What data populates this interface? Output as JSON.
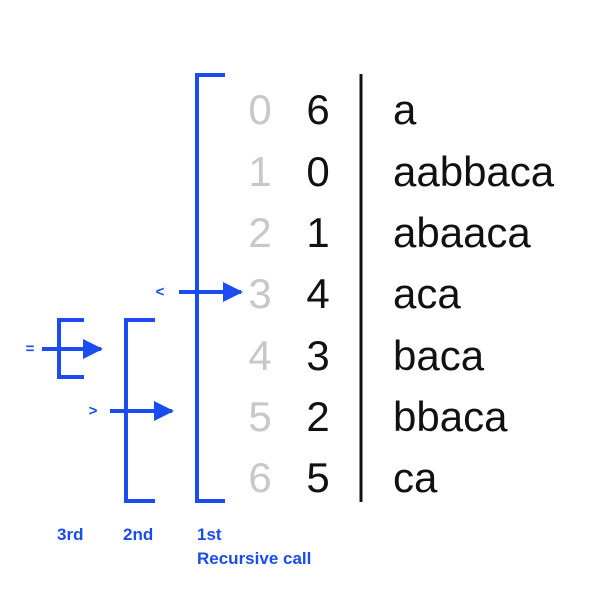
{
  "colors": {
    "accent": "#1a4cf0",
    "index": "#c8c8c8",
    "text": "#111111"
  },
  "rows": [
    {
      "index": "0",
      "sa": "6",
      "suffix": "a"
    },
    {
      "index": "1",
      "sa": "0",
      "suffix": "aabbaca"
    },
    {
      "index": "2",
      "sa": "1",
      "suffix": "abaaca"
    },
    {
      "index": "3",
      "sa": "4",
      "suffix": "aca"
    },
    {
      "index": "4",
      "sa": "3",
      "suffix": "baca"
    },
    {
      "index": "5",
      "sa": "2",
      "suffix": "bbaca"
    },
    {
      "index": "6",
      "sa": "5",
      "suffix": "ca"
    }
  ],
  "comparisons": {
    "first": "<",
    "second": ">",
    "third": "="
  },
  "levels": {
    "third": "3rd",
    "second": "2nd",
    "first": "1st",
    "caption": "Recursive call"
  }
}
